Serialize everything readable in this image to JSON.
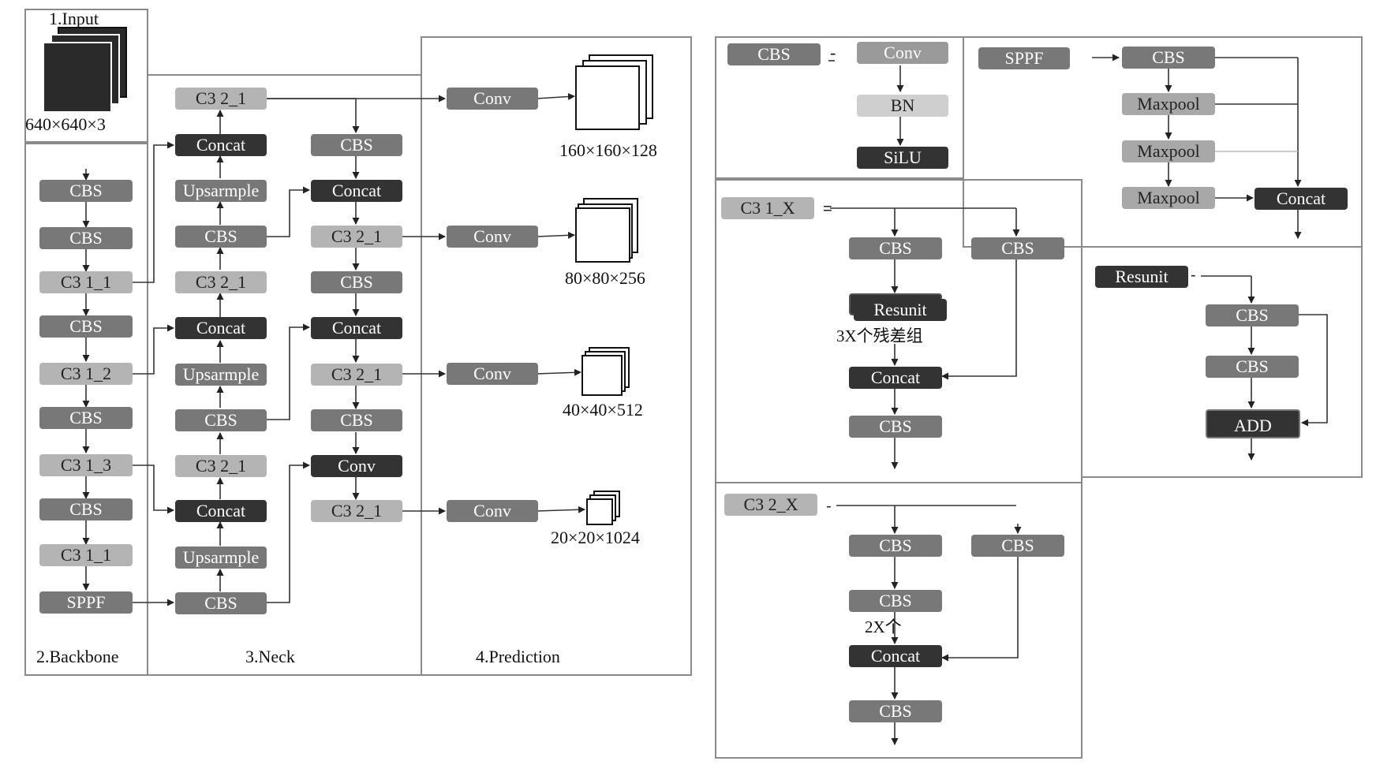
{
  "panels": {
    "input": "1.Input",
    "backbone": "2.Backbone",
    "neck": "3.Neck",
    "prediction": "4.Prediction"
  },
  "input_dim": "640×640×3",
  "backbone_blocks": [
    "CBS",
    "CBS",
    "C3 1_1",
    "CBS",
    "C3 1_2",
    "CBS",
    "C3 1_3",
    "CBS",
    "C3 1_1",
    "SPPF"
  ],
  "neck_col1": [
    "C3 2_1",
    "Concat",
    "Upsarmple",
    "CBS",
    "C3 2_1",
    "Concat",
    "Upsarmple",
    "CBS",
    "C3 2_1",
    "Concat",
    "Upsarmple",
    "CBS"
  ],
  "neck_col2": [
    "CBS",
    "Concat",
    "C3 2_1",
    "CBS",
    "Concat",
    "C3 2_1",
    "CBS",
    "Conv",
    "C3 2_1"
  ],
  "prediction": {
    "conv_label": "Conv",
    "outputs": [
      "160×160×128",
      "80×80×256",
      "40×40×512",
      "20×20×1024"
    ]
  },
  "cbs_def": {
    "name": "CBS",
    "sep": "-",
    "steps": [
      "Conv",
      "BN",
      "SiLU"
    ]
  },
  "sppf_def": {
    "name": "SPPF",
    "sep": "=",
    "steps": [
      "CBS",
      "Maxpool",
      "Maxpool",
      "Maxpool",
      "Concat"
    ]
  },
  "c31x_def": {
    "name": "C3 1_X",
    "sep": "=",
    "left": [
      "CBS",
      "Resunit",
      "Concat",
      "CBS"
    ],
    "right": "CBS",
    "note": "3X个残差组"
  },
  "resunit_def": {
    "name": "Resunit",
    "sep": "-",
    "steps": [
      "CBS",
      "CBS",
      "ADD"
    ]
  },
  "c32x_def": {
    "name": "C3 2_X",
    "sep": "-",
    "left": [
      "CBS",
      "CBS",
      "Concat",
      "CBS"
    ],
    "right": "CBS",
    "note": "2X个"
  },
  "colors": {
    "mid": "#787878",
    "light": "#b4b4b4",
    "dark": "#333333",
    "border": "#8a8a8a"
  }
}
